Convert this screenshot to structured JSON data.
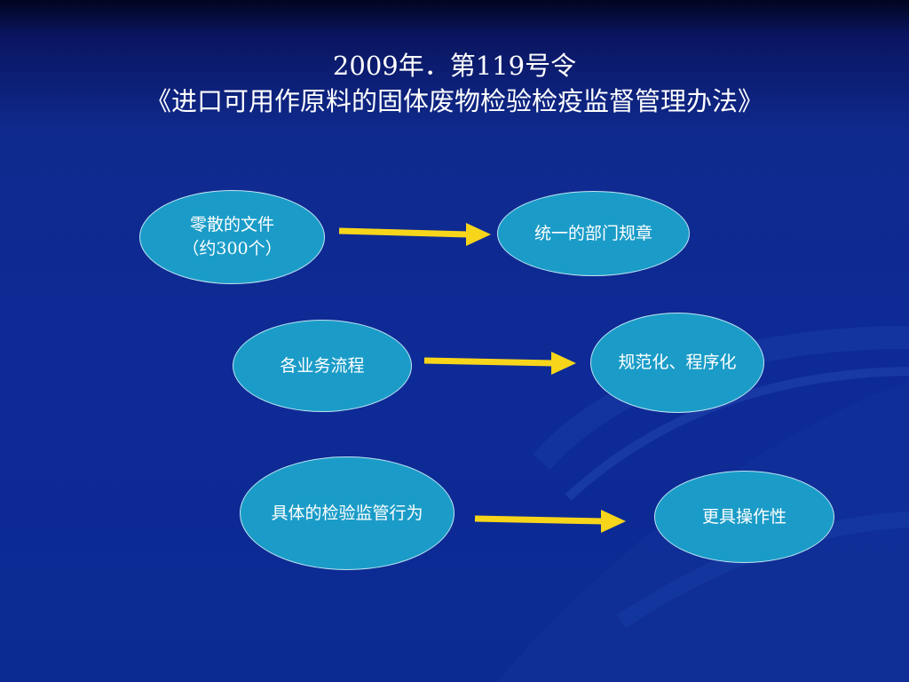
{
  "title": {
    "line1": "2009年．第119号令",
    "line2": "《进口可用作原料的固体废物检验检疫监督管理办法》"
  },
  "flows": [
    {
      "from": {
        "line1": "零散的文件",
        "line2": "（约300个）"
      },
      "to": "统一的部门规章"
    },
    {
      "from": {
        "line1": "各业务流程"
      },
      "to": "规范化、程序化"
    },
    {
      "from": {
        "line1": "具体的检验监管行为"
      },
      "to": "更具操作性"
    }
  ],
  "colors": {
    "node_fill": "#1b9cc8",
    "arrow": "#f7d51a",
    "text": "#ffffff"
  }
}
